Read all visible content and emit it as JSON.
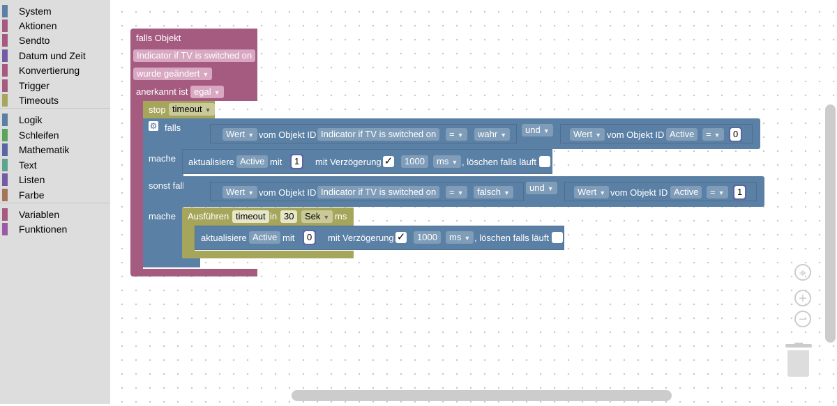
{
  "toolbox": {
    "categories": [
      {
        "label": "System",
        "color": "#5b80a5"
      },
      {
        "label": "Aktionen",
        "color": "#a55b80"
      },
      {
        "label": "Sendto",
        "color": "#a55b80"
      },
      {
        "label": "Datum und Zeit",
        "color": "#745ba5"
      },
      {
        "label": "Konvertierung",
        "color": "#a55b80"
      },
      {
        "label": "Trigger",
        "color": "#a55b80"
      },
      {
        "label": "Timeouts",
        "color": "#a5a55b"
      },
      {
        "label": "Logik",
        "color": "#5b80a5"
      },
      {
        "label": "Schleifen",
        "color": "#5ba55b"
      },
      {
        "label": "Mathematik",
        "color": "#5b67a5"
      },
      {
        "label": "Text",
        "color": "#5ba58c"
      },
      {
        "label": "Listen",
        "color": "#745ba5"
      },
      {
        "label": "Farbe",
        "color": "#a5745b"
      },
      {
        "label": "Variablen",
        "color": "#a55b80"
      },
      {
        "label": "Funktionen",
        "color": "#995ba5"
      }
    ]
  },
  "trigger": {
    "title": "falls Objekt",
    "object": "Indicator if TV is switched on",
    "changed": "wurde geändert",
    "ack_label": "anerkannt ist",
    "ack_value": "egal"
  },
  "stop": {
    "label": "stop",
    "value": "timeout"
  },
  "if_block": {
    "if_label": "falls",
    "do_label": "mache",
    "else_if_label": "sonst falls",
    "do2_label": "mache"
  },
  "cond1": {
    "wert": "Wert",
    "vom": "vom Objekt ID",
    "obj": "Indicator if TV is switched on",
    "op": "=",
    "val": "wahr",
    "and": "und",
    "wert2": "Wert",
    "vom2": "vom Objekt ID",
    "obj2": "Active",
    "op2": "=",
    "num": "0"
  },
  "update1": {
    "label": "aktualisiere",
    "obj": "Active",
    "mit": "mit",
    "num": "1",
    "delay": "mit Verzögerung",
    "check": "✓",
    "ms_val": "1000",
    "ms": "ms",
    "clear": ", löschen falls läuft"
  },
  "cond2": {
    "wert": "Wert",
    "vom": "vom Objekt ID",
    "obj": "Indicator if TV is switched on",
    "op": "=",
    "val": "falsch",
    "and": "und",
    "wert2": "Wert",
    "vom2": "vom Objekt ID",
    "obj2": "Active",
    "op2": "=",
    "num": "1"
  },
  "timeout": {
    "label": "Ausführen",
    "name": "timeout",
    "in": "in",
    "num": "30",
    "unit": "Sek",
    "ms": "ms"
  },
  "update2": {
    "label": "aktualisiere",
    "obj": "Active",
    "mit": "mit",
    "num": "0",
    "delay": "mit Verzögerung",
    "check": "✓",
    "ms_val": "1000",
    "ms": "ms",
    "clear": ", löschen falls läuft"
  },
  "controls": {
    "center": "⌖",
    "zoom_in": "+",
    "zoom_out": "−",
    "trash": "trash-icon"
  }
}
